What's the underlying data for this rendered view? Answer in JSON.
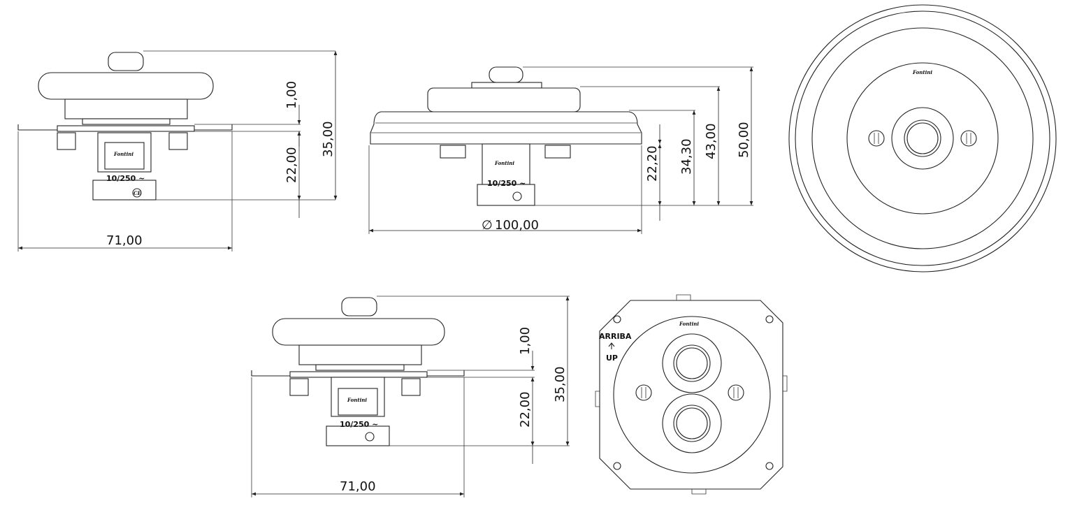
{
  "brand": "Fontini",
  "rating": "10/250 ~",
  "ce_mark": "CE",
  "orientation": {
    "arriba": "ARRIBA",
    "up": "UP"
  },
  "dimensions": {
    "width_71_top": "71,00",
    "width_71_bottom": "71,00",
    "diameter_100": "100,00",
    "diameter_symbol": "∅",
    "h_35_top": "35,00",
    "h_22_top": "22,00",
    "h_1_top": "1,00",
    "h_35_bottom": "35,00",
    "h_22_bottom": "22,00",
    "h_1_bottom": "1,00",
    "h_22_20": "22,20",
    "h_34_30": "34,30",
    "h_43": "43,00",
    "h_50": "50,00"
  }
}
